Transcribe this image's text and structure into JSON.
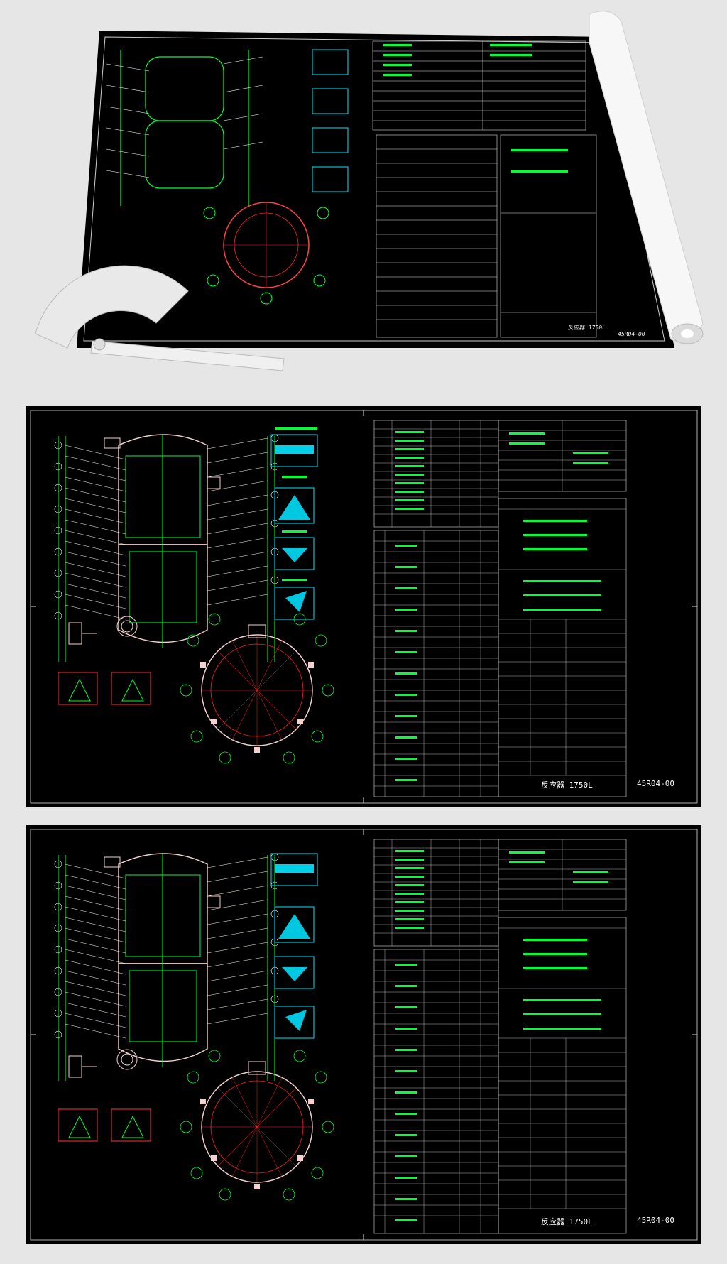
{
  "preview": {
    "panels": [
      {
        "name": "perspective-preview",
        "drawing_no": "45R04-00",
        "title_block": "反应器 1750L"
      },
      {
        "name": "flat-preview-1",
        "drawing_no": "45R04-00",
        "title_block": "反应器 1750L"
      },
      {
        "name": "flat-preview-2",
        "drawing_no": "45R04-00",
        "title_block": "反应器 1750L"
      }
    ]
  },
  "colors": {
    "background": "#e6e6e6",
    "sheet": "#000000",
    "line_white": "#ffffff",
    "line_green": "#00ff33",
    "line_red": "#ff2222",
    "line_cyan": "#00e5ff",
    "line_magenta": "#ff66ff"
  },
  "icons": [
    "paper-roll-icon",
    "protractor-icon"
  ]
}
